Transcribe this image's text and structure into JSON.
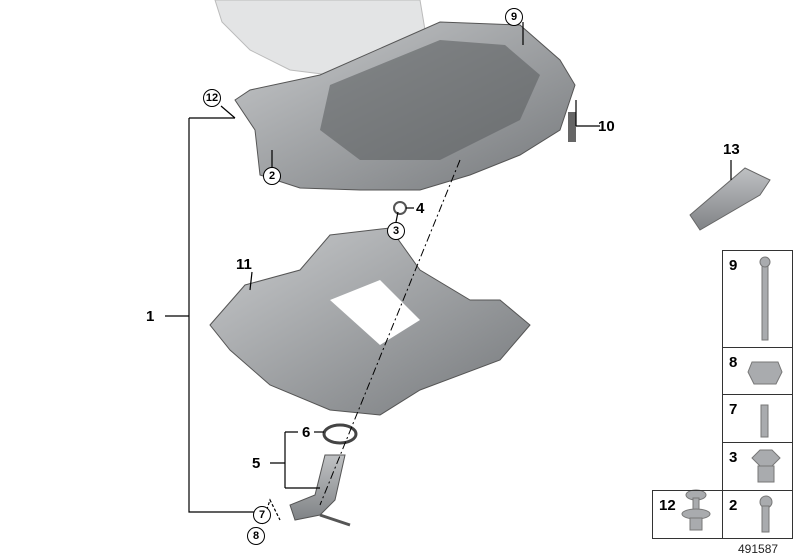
{
  "diagram_id": "491587",
  "callouts": {
    "c1": "1",
    "c2": "2",
    "c3": "3",
    "c4": "4",
    "c5": "5",
    "c6": "6",
    "c7": "7",
    "c8": "8",
    "c9": "9",
    "c10": "10",
    "c11": "11",
    "c12": "12",
    "c13": "13"
  },
  "fastener_boxes": [
    "9",
    "8",
    "7",
    "3",
    "12",
    "2"
  ],
  "colors": {
    "part": "#a9abae",
    "part_dark": "#6f7275",
    "line": "#000000"
  }
}
